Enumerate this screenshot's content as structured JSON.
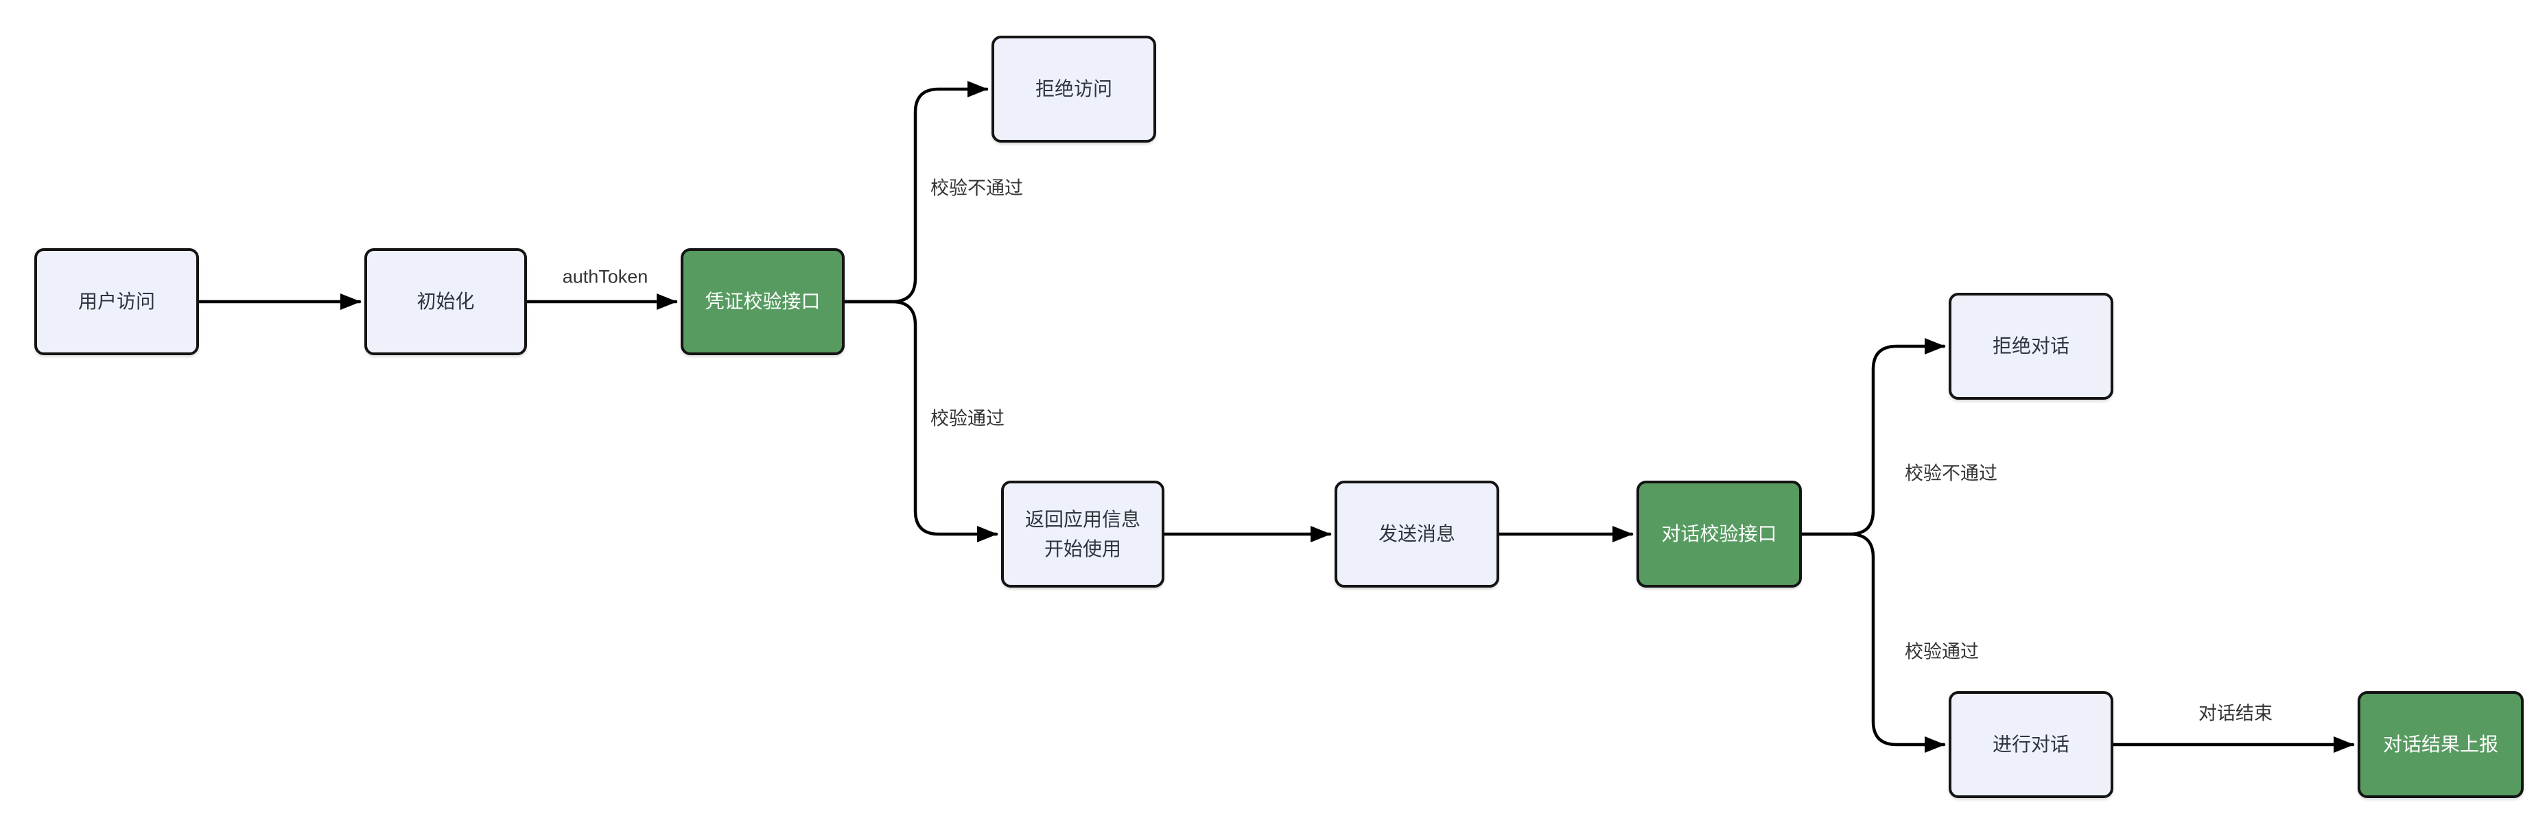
{
  "diagram": {
    "type": "flowchart",
    "direction": "left-to-right",
    "colors": {
      "node_fill": "#eef1fa",
      "highlight_fill": "#579b61",
      "node_border": "#141414",
      "edge_line": "#000000",
      "edge_label_text": "#333333",
      "highlight_text": "#ffffff"
    },
    "nodes": [
      {
        "id": "user-visit",
        "label": "用户访问",
        "kind": "default"
      },
      {
        "id": "init",
        "label": "初始化",
        "kind": "default"
      },
      {
        "id": "credential-check-api",
        "label": "凭证校验接口",
        "kind": "highlight"
      },
      {
        "id": "deny-access",
        "label": "拒绝访问",
        "kind": "default"
      },
      {
        "id": "return-app-info",
        "label": "返回应用信息\n开始使用",
        "kind": "default"
      },
      {
        "id": "send-message",
        "label": "发送消息",
        "kind": "default"
      },
      {
        "id": "dialog-check-api",
        "label": "对话校验接口",
        "kind": "highlight"
      },
      {
        "id": "deny-dialog",
        "label": "拒绝对话",
        "kind": "default"
      },
      {
        "id": "do-dialog",
        "label": "进行对话",
        "kind": "default"
      },
      {
        "id": "dialog-result-report",
        "label": "对话结果上报",
        "kind": "highlight"
      }
    ],
    "edges": [
      {
        "from": "user-visit",
        "to": "init",
        "label": ""
      },
      {
        "from": "init",
        "to": "credential-check-api",
        "label": "authToken"
      },
      {
        "from": "credential-check-api",
        "to": "deny-access",
        "label": "校验不通过"
      },
      {
        "from": "credential-check-api",
        "to": "return-app-info",
        "label": "校验通过"
      },
      {
        "from": "return-app-info",
        "to": "send-message",
        "label": ""
      },
      {
        "from": "send-message",
        "to": "dialog-check-api",
        "label": ""
      },
      {
        "from": "dialog-check-api",
        "to": "deny-dialog",
        "label": "校验不通过"
      },
      {
        "from": "dialog-check-api",
        "to": "do-dialog",
        "label": "校验通过"
      },
      {
        "from": "do-dialog",
        "to": "dialog-result-report",
        "label": "对话结束"
      }
    ]
  }
}
